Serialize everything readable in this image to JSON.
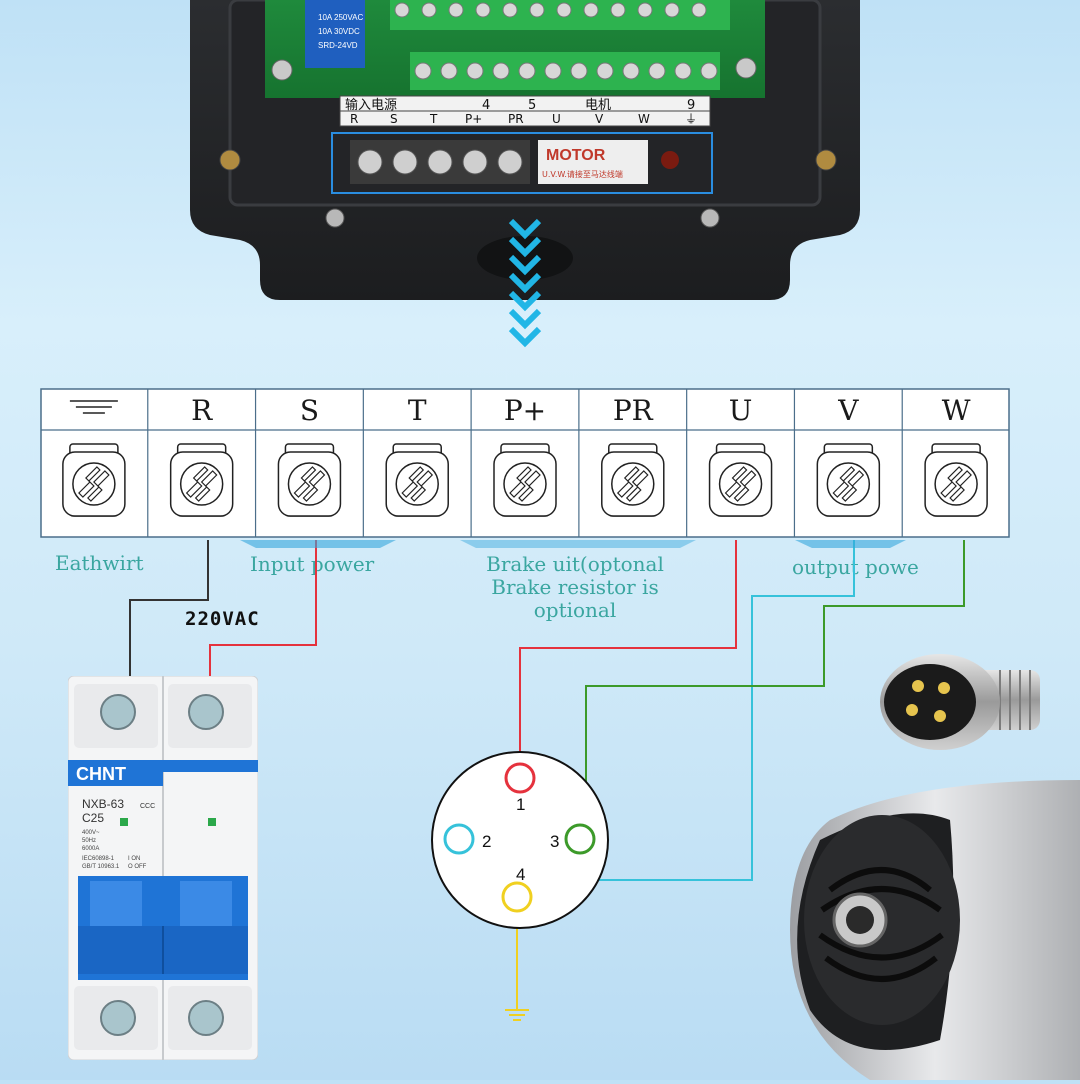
{
  "controller_photo": {
    "terminal_top_row": [
      "输入电源",
      "4",
      "5",
      "电机",
      "9"
    ],
    "terminal_bottom_row": [
      "R",
      "S",
      "T",
      "P+",
      "PR",
      "U",
      "V",
      "W",
      "⏚"
    ],
    "motor_label": "MOTOR",
    "motor_sublabel": "U.V.W.请接至马达线端",
    "relay_text": [
      "10A 250VAC",
      "10A 30VDC",
      "SRD-24VD"
    ]
  },
  "terminal_table": {
    "headers": [
      "",
      "R",
      "S",
      "T",
      "P+",
      "PR",
      "U",
      "V",
      "W"
    ],
    "first_icon": "ground-icon"
  },
  "captions": {
    "earth": "Eathwirt",
    "input": "Input power",
    "brake_line1": "Brake uit(optonal",
    "brake_line2": "Brake resistor is",
    "brake_line3": "optional",
    "output": "output powe",
    "voltage": "220VAC"
  },
  "breaker": {
    "brand": "CHNT",
    "model": "NXB-63",
    "rating": "C25",
    "spec_lines": [
      "400V~",
      "50Hz",
      "6000A",
      "IEC60898-1",
      "GB/T 10963.1"
    ],
    "on_label": "I ON",
    "off_label": "O OFF",
    "cert": "CCC"
  },
  "plug": {
    "pins": [
      "1",
      "2",
      "3",
      "4"
    ]
  },
  "colors": {
    "wire_red": "#e5323d",
    "wire_cyan": "#36c2da",
    "wire_green": "#3c9a2a",
    "wire_yellow": "#f0d020",
    "wire_black": "#333333",
    "caption_teal": "#3aa6a0",
    "accent_blue": "#2a8de0"
  }
}
